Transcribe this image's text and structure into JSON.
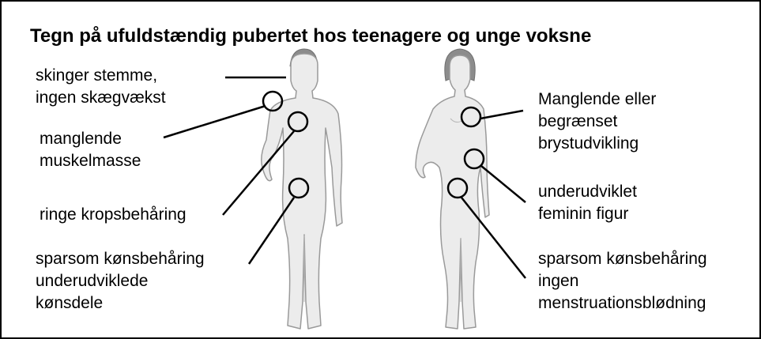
{
  "title": "Tegn på ufuldstændig pubertet hos teenagere og unge voksne",
  "male_figure": {
    "labels": [
      [
        "skinger stemme,",
        "ingen skægvækst"
      ],
      [
        "manglende",
        "muskelmasse"
      ],
      [
        "ringe kropsbehåring"
      ],
      [
        "sparsom kønsbehåring",
        "underudviklede",
        "kønsdele"
      ]
    ]
  },
  "female_figure": {
    "labels": [
      [
        "Manglende eller",
        "begrænset",
        "brystudvikling"
      ],
      [
        "underudviklet",
        "feminin figur"
      ],
      [
        "sparsom kønsbehåring",
        "ingen",
        "menstruationsblødning"
      ]
    ]
  },
  "colors": {
    "body_fill": "#ececec",
    "body_outline": "#9a9a9a",
    "hair": "#8c8c8c",
    "marker": "#000000"
  },
  "icons": [
    "male-body-icon",
    "female-body-icon"
  ]
}
